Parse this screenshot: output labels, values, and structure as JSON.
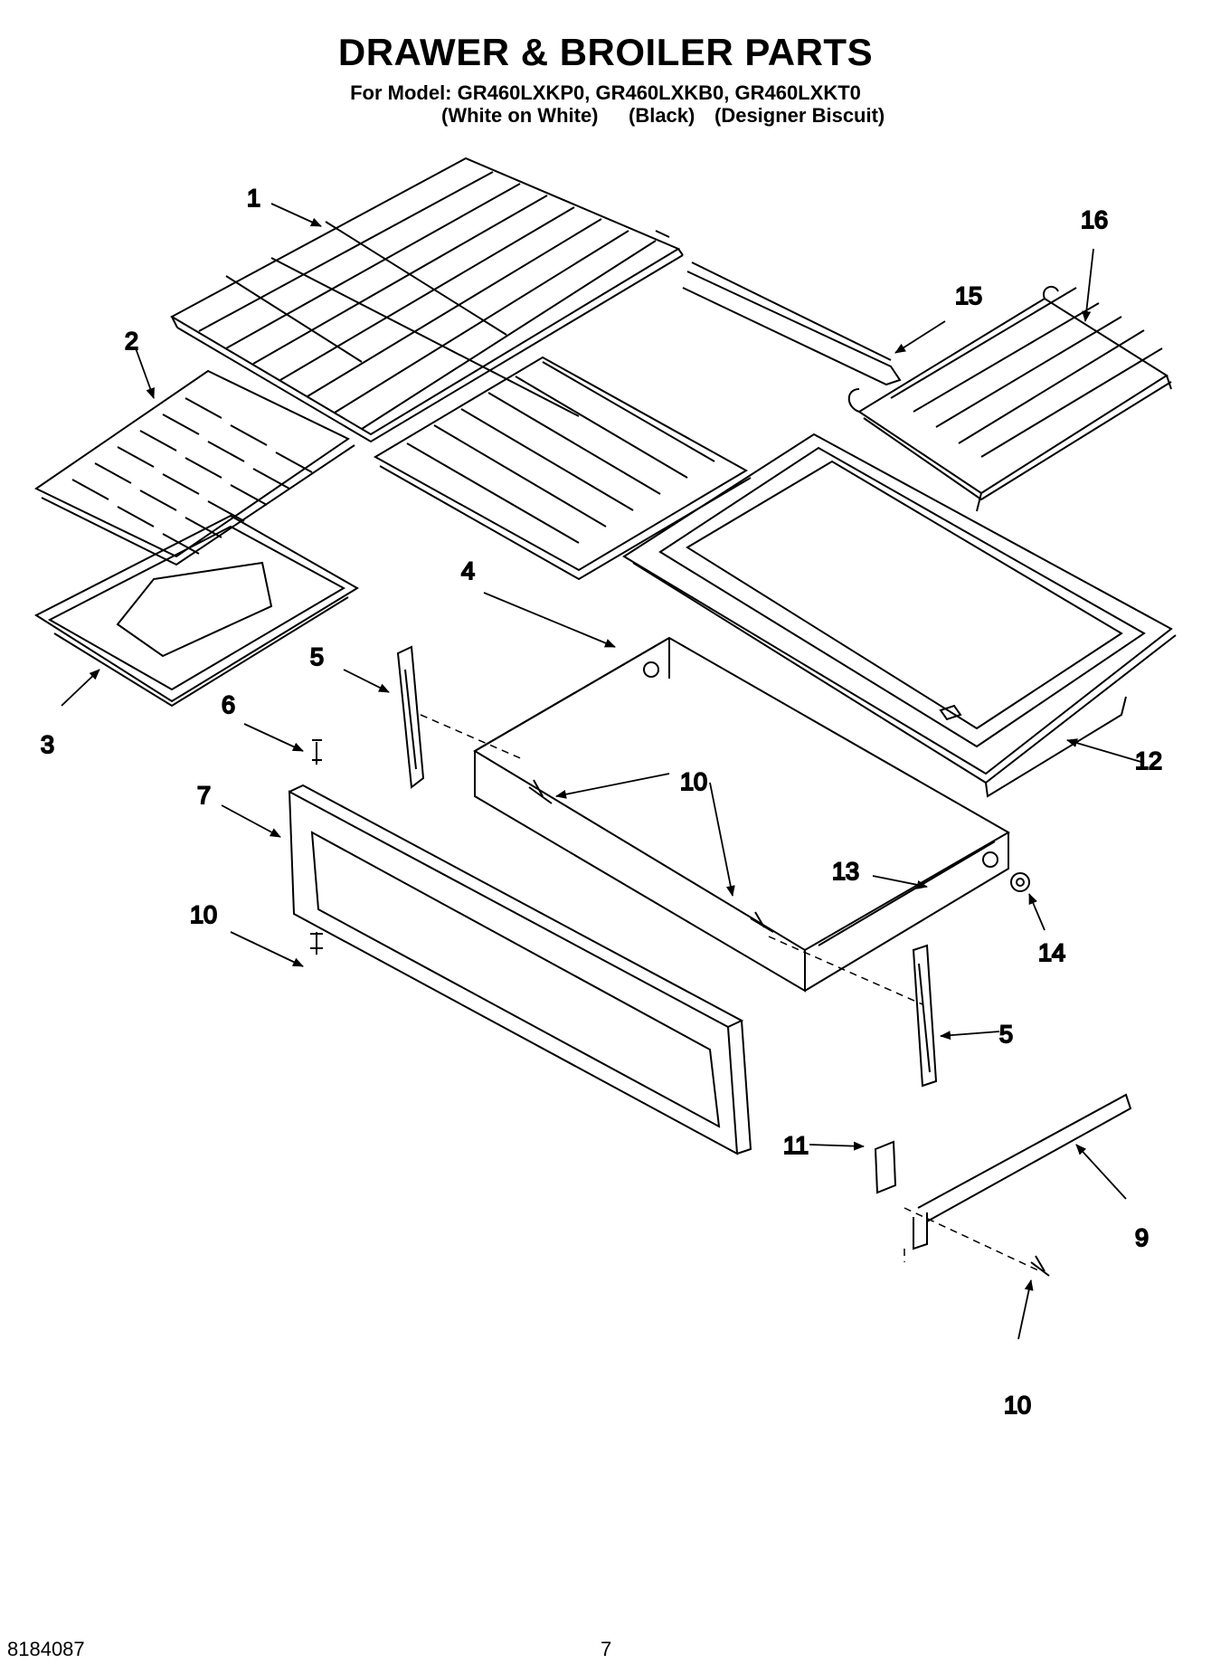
{
  "header": {
    "title": "DRAWER & BROILER PARTS",
    "model_line": "For Model: GR460LXKP0, GR460LXKB0, GR460LXKT0",
    "color_variants": [
      "(White on White)",
      "(Black)",
      "(Designer Biscuit)"
    ]
  },
  "callouts": [
    "1",
    "2",
    "3",
    "4",
    "5",
    "6",
    "7",
    "10",
    "10",
    "13",
    "14",
    "5",
    "10",
    "11",
    "9",
    "10",
    "12",
    "15",
    "16"
  ],
  "footer": {
    "doc_number": "8184087",
    "page_number": "7"
  },
  "colors": {
    "ink": "#000000",
    "paper": "#ffffff"
  }
}
